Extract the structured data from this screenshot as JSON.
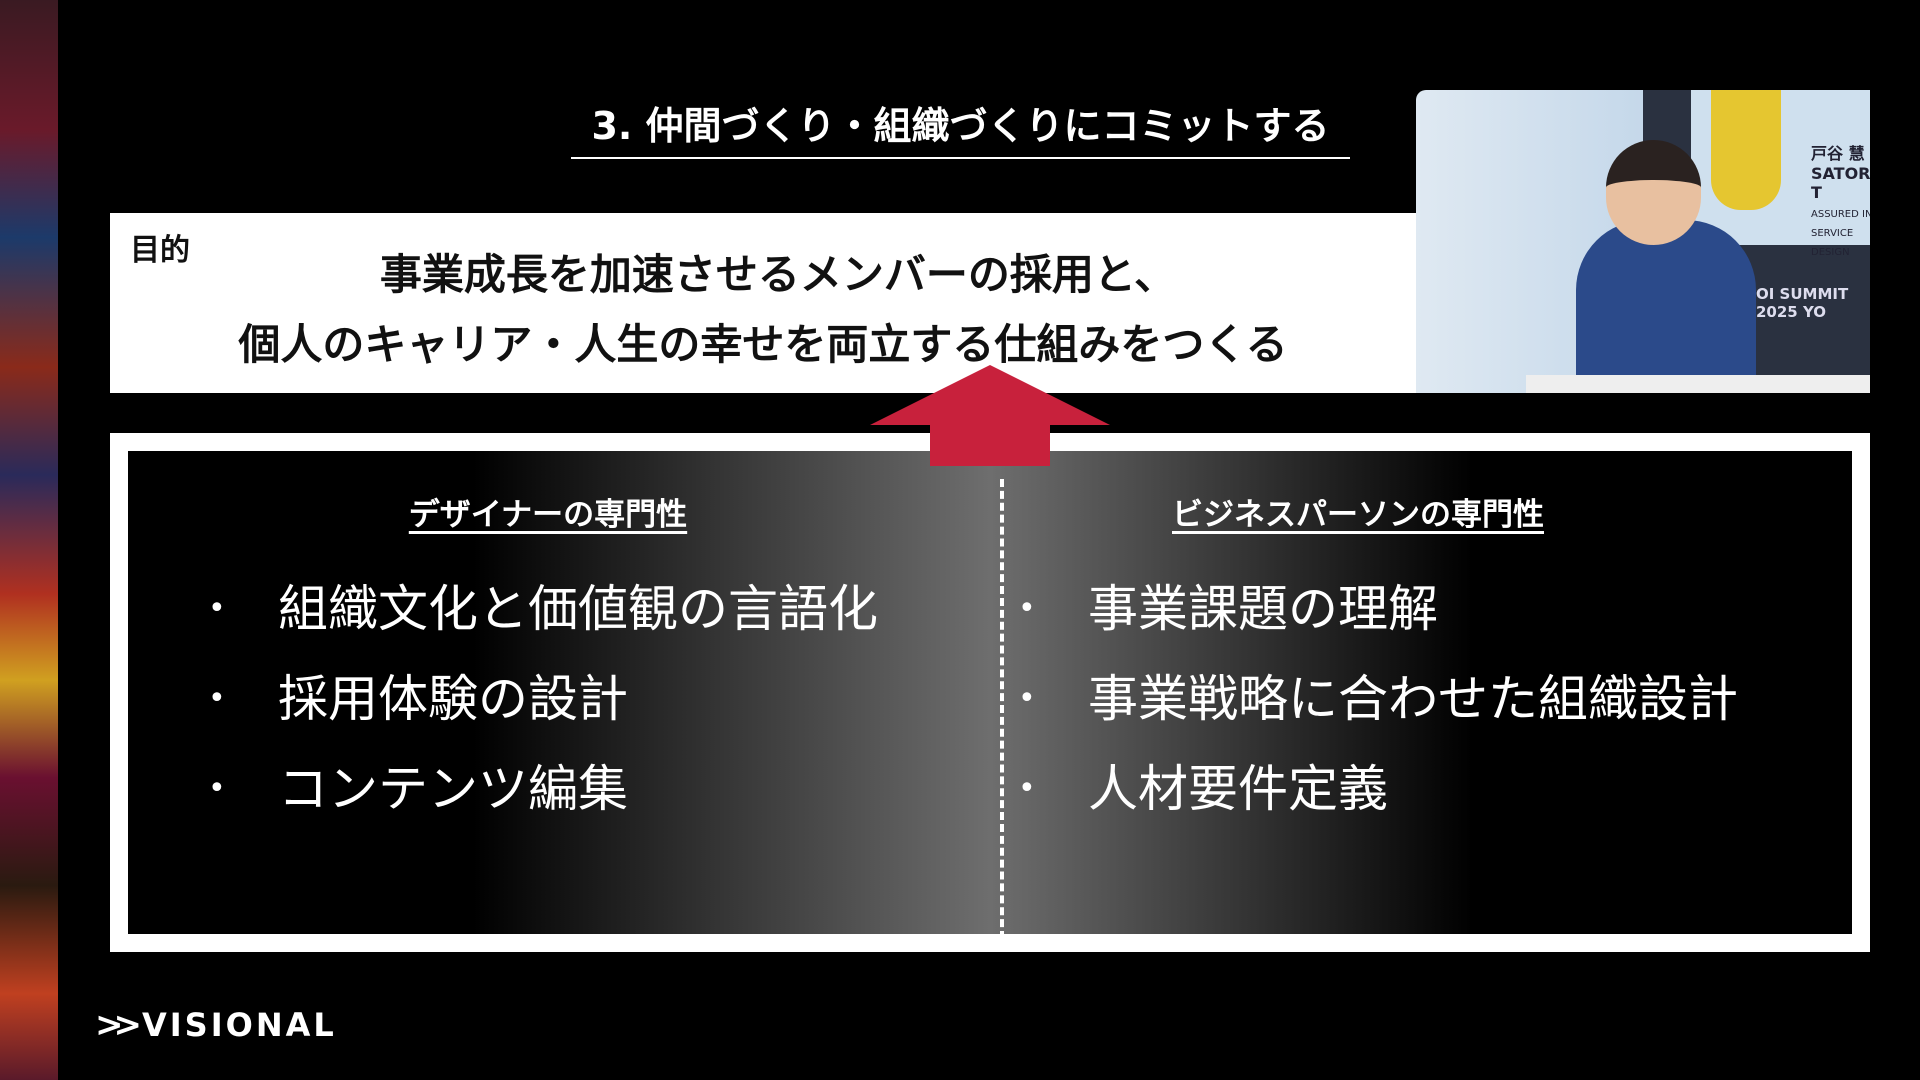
{
  "title": "3. 仲間づくり・組織づくりにコミットする",
  "purpose": {
    "label": "目的",
    "line1": "事業成長を加速させるメンバーの採用と、",
    "line2": "個人のキャリア・人生の幸せを両立する仕組みをつくる"
  },
  "photo": {
    "name_text": "戸谷 慧",
    "name_en": "SATORU T",
    "company": "ASSURED INC.",
    "role": "SERVICE DESIGN",
    "event": "OI SUMMIT 2025 YO"
  },
  "left": {
    "heading": "デザイナーの専門性",
    "items": [
      "組織文化と価値観の言語化",
      "採用体験の設計",
      "コンテンツ編集"
    ]
  },
  "right": {
    "heading": "ビジネスパーソンの専門性",
    "items": [
      "事業課題の理解",
      "事業戦略に合わせた組織設計",
      "人材要件定義"
    ]
  },
  "bullet": "•",
  "logo": {
    "mark": ">>",
    "text": "VISIONAL"
  },
  "colors": {
    "arrow": "#c8213c"
  }
}
